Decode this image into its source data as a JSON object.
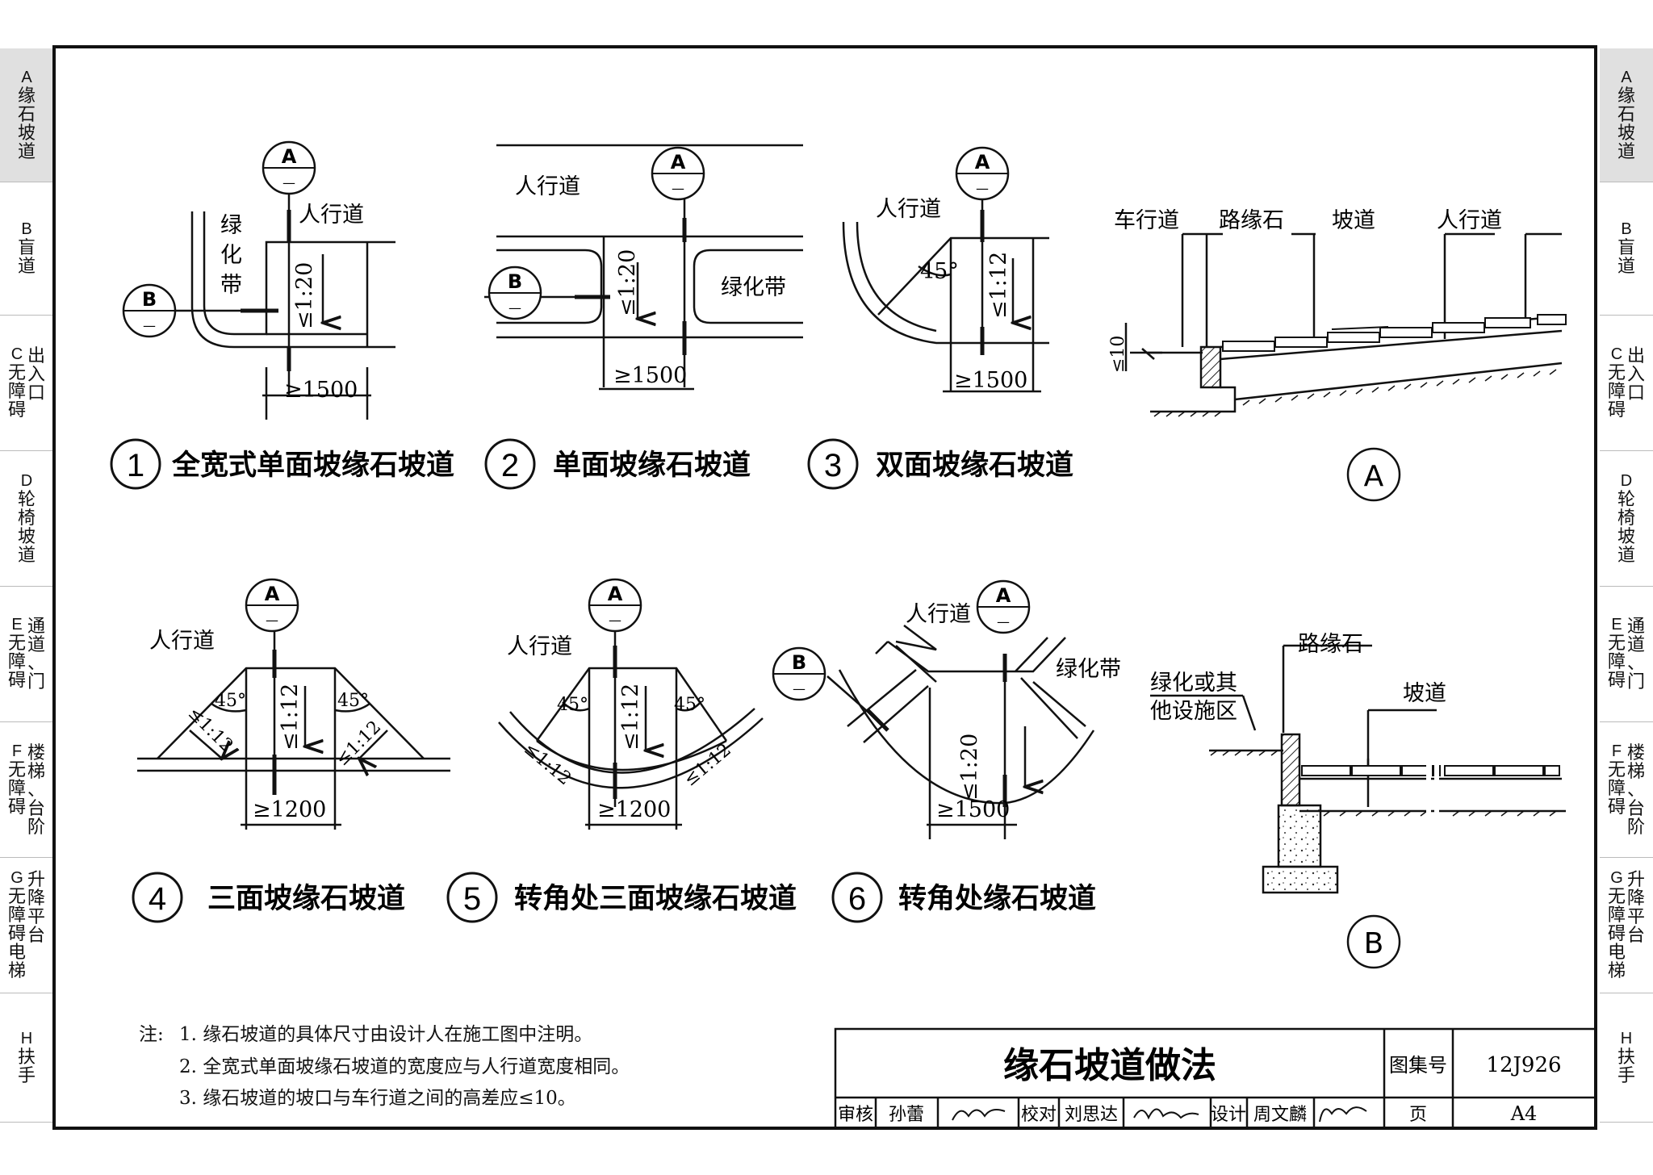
{
  "side_tabs": [
    {
      "id": "A",
      "lines": [
        [
          "A",
          "缘",
          "石",
          "坡",
          "道"
        ]
      ],
      "active": true
    },
    {
      "id": "B",
      "lines": [
        [
          "B",
          "盲",
          "道"
        ]
      ],
      "active": false
    },
    {
      "id": "C",
      "lines": [
        [
          "C",
          "无",
          "障",
          "碍"
        ],
        [
          "出",
          "入",
          "口"
        ]
      ],
      "active": false
    },
    {
      "id": "D",
      "lines": [
        [
          "D",
          "轮",
          "椅",
          "坡",
          "道"
        ]
      ],
      "active": false
    },
    {
      "id": "E",
      "lines": [
        [
          "E",
          "无",
          "障",
          "碍"
        ],
        [
          "通",
          "道",
          "、",
          "门"
        ]
      ],
      "active": false
    },
    {
      "id": "F",
      "lines": [
        [
          "F",
          "无",
          "障",
          "碍"
        ],
        [
          "楼",
          "梯",
          "、",
          "台",
          "阶"
        ]
      ],
      "active": false
    },
    {
      "id": "G",
      "lines": [
        [
          "G",
          "无",
          "障",
          "碍",
          "电",
          "梯"
        ],
        [
          "升",
          "降",
          "平",
          "台"
        ]
      ],
      "active": false
    },
    {
      "id": "H",
      "lines": [
        [
          "H",
          "扶",
          "手"
        ]
      ],
      "active": false
    }
  ],
  "section_mark": {
    "letter_a": "A",
    "letter_b": "B",
    "dash": "—"
  },
  "labels": {
    "sidewalk": "人行道",
    "green_belt_v": [
      "绿",
      "化",
      "带"
    ],
    "green_belt": "绿化带",
    "roadway": "车行道",
    "curb": "路缘石",
    "ramp": "坡道",
    "green_other_1": "绿化或其",
    "green_other_2": "他设施区",
    "angle45": "45°",
    "slope_1_20": "≤1:20",
    "slope_1_12": "≤1:12",
    "slope_1_12b": "≤1:12",
    "dim_1500": "≥1500",
    "dim_1200": "≥1200",
    "le10": "≤10"
  },
  "captions": [
    {
      "num": "1",
      "text": "全宽式单面坡缘石坡道"
    },
    {
      "num": "2",
      "text": "单面坡缘石坡道"
    },
    {
      "num": "3",
      "text": "双面坡缘石坡道"
    },
    {
      "num": "4",
      "text": "三面坡缘石坡道"
    },
    {
      "num": "5",
      "text": "转角处三面坡缘石坡道"
    },
    {
      "num": "6",
      "text": "转角处缘石坡道"
    }
  ],
  "detail_marks": {
    "a": "A",
    "b": "B"
  },
  "notes": {
    "prefix": "注:",
    "items": [
      "1. 缘石坡道的具体尺寸由设计人在施工图中注明。",
      "2. 全宽式单面坡缘石坡道的宽度应与人行道宽度相同。",
      "3. 缘石坡道的坡口与车行道之间的高差应≤10。"
    ]
  },
  "title_block": {
    "title": "缘石坡道做法",
    "atlas_label": "图集号",
    "atlas_no": "12J926",
    "review_label": "审核",
    "review_name": "孙蕾",
    "check_label": "校对",
    "check_name": "刘思达",
    "design_label": "设计",
    "design_name": "周文麟",
    "page_label": "页",
    "page_no": "A4"
  }
}
